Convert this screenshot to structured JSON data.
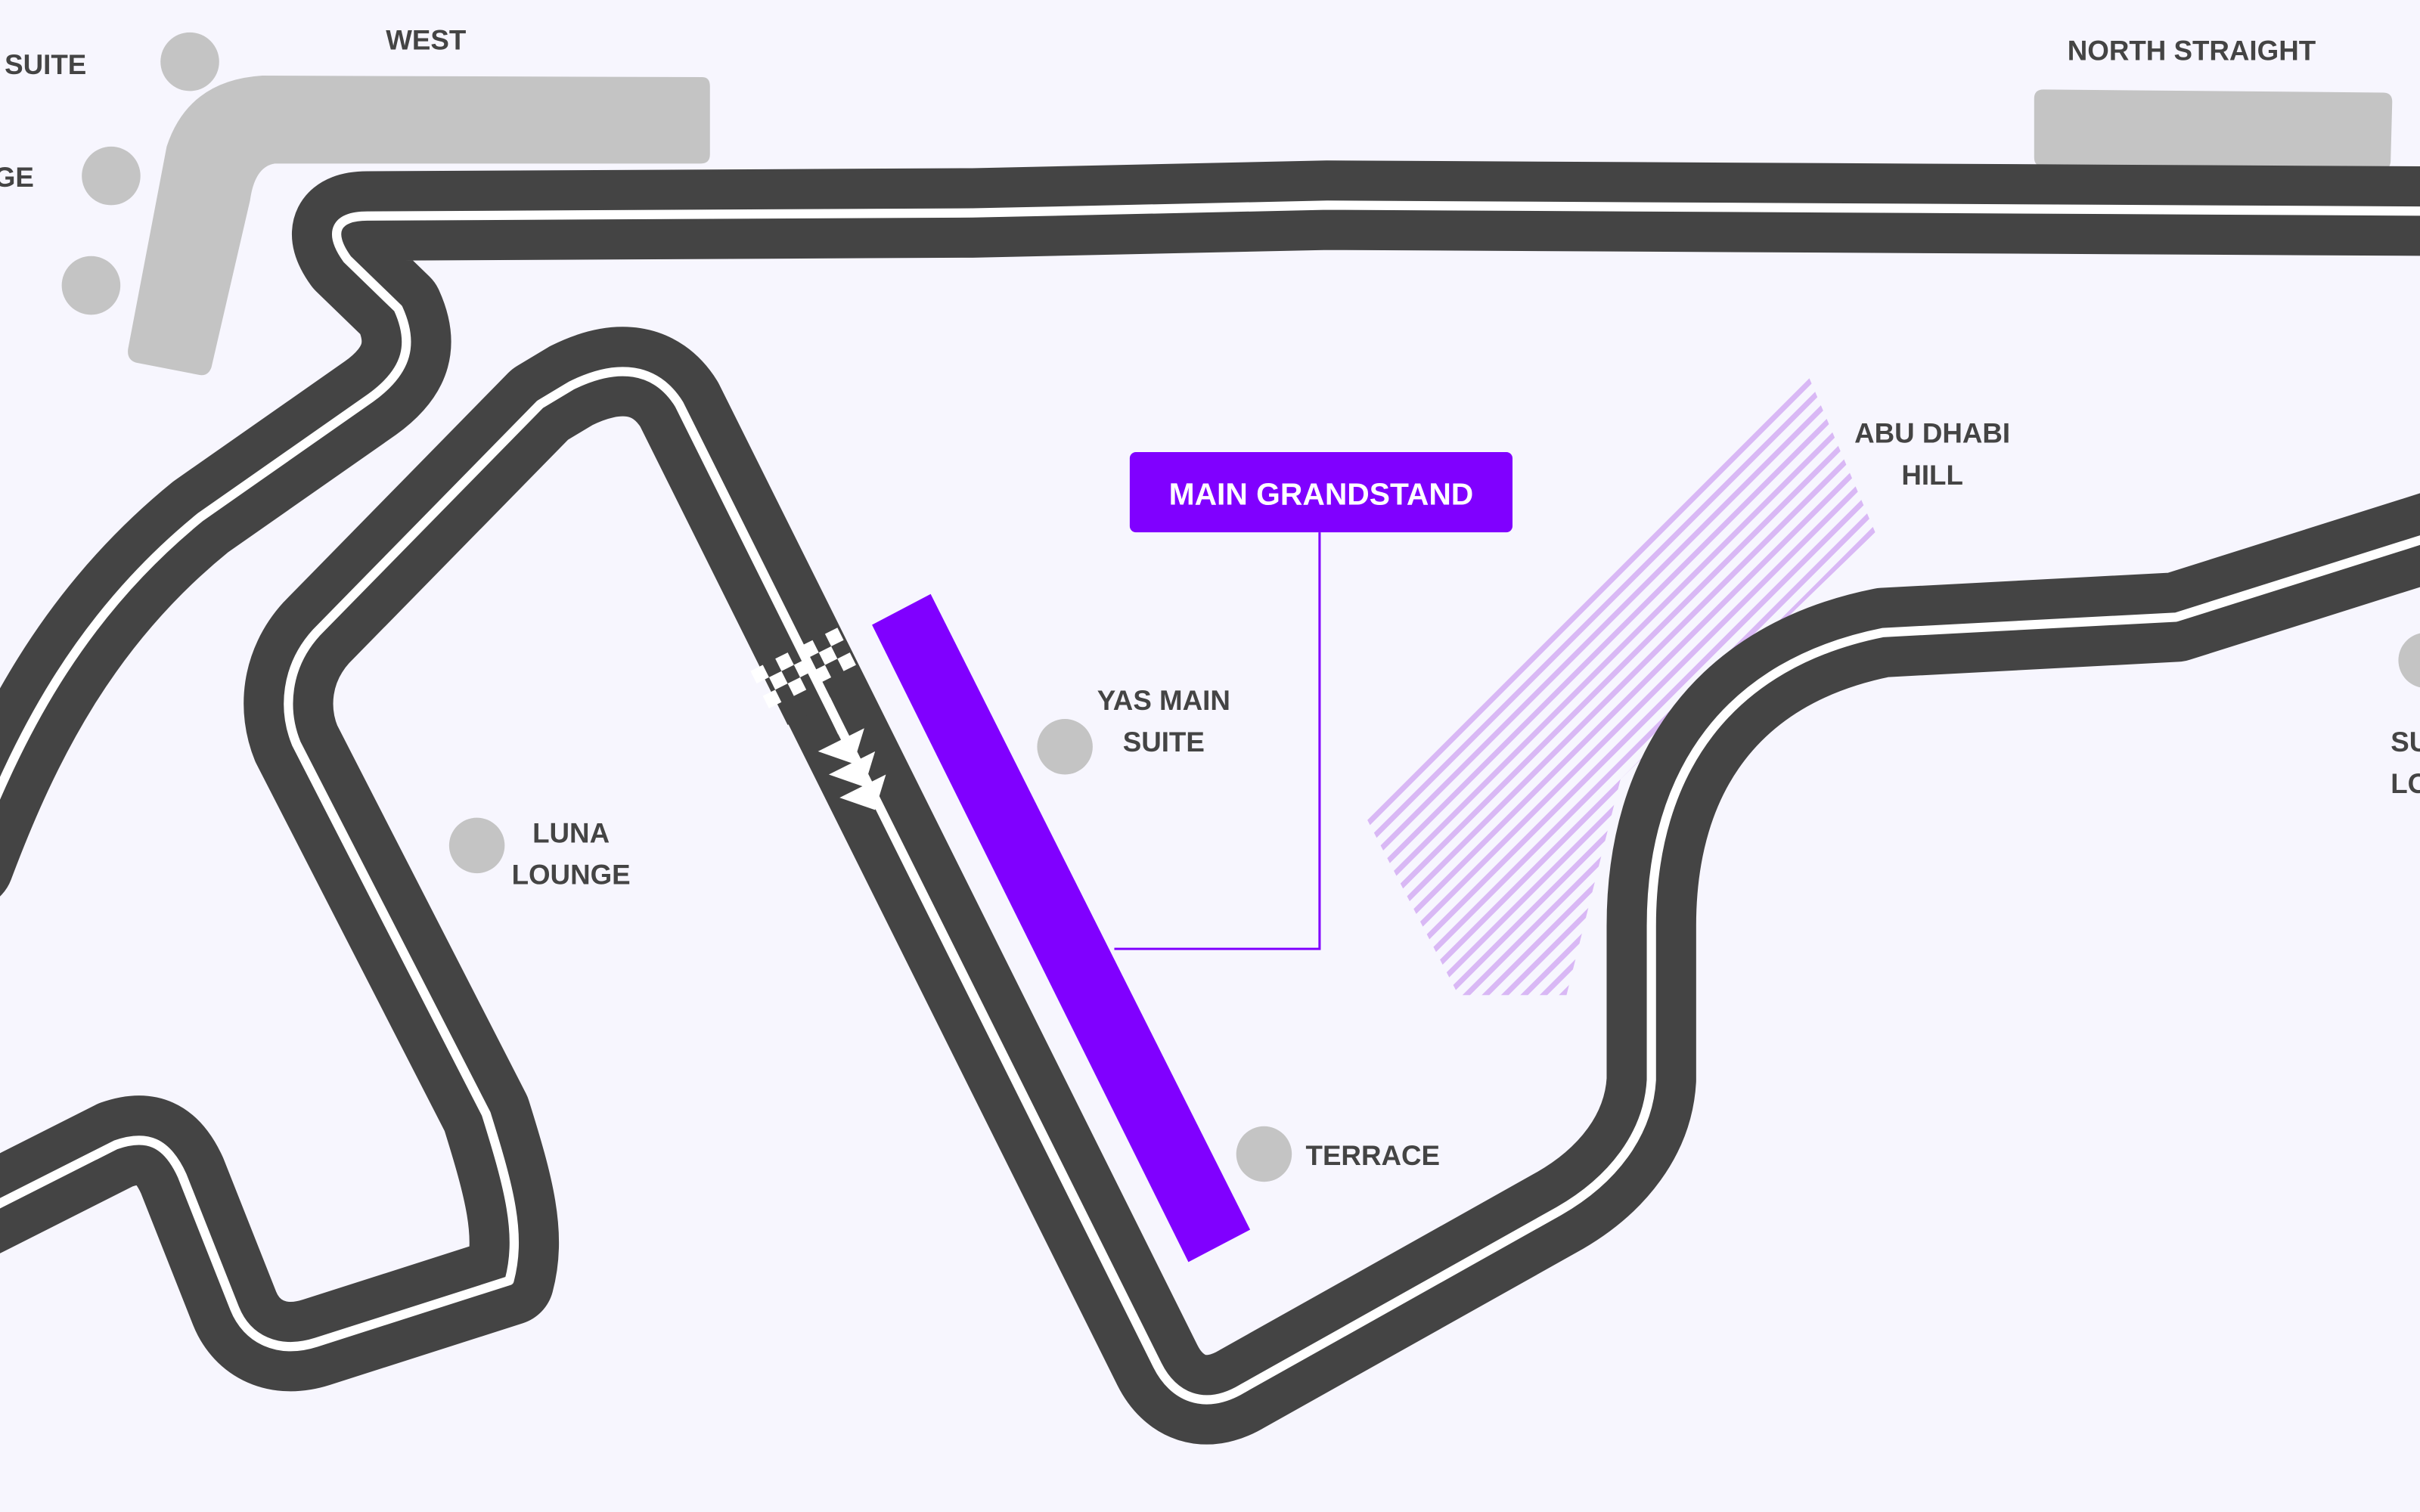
{
  "colors": {
    "background": "#f7f6fe",
    "track": "#444444",
    "track_line": "#ffffff",
    "highlight": "#8000ff",
    "hatch": "#d9b8f5",
    "stand": "#c4c4c4",
    "label": "#444444"
  },
  "map": {
    "selected_stand": {
      "label": "MAIN GRANDSTAND"
    },
    "stands": [
      {
        "id": "west",
        "label": "WEST"
      },
      {
        "id": "north-straight",
        "label": "NORTH STRAIGHT"
      }
    ],
    "zones": [
      {
        "id": "abu-dhabi-hill",
        "line1": "ABU DHABI",
        "line2": "HILL"
      }
    ],
    "hospitality": [
      {
        "id": "suite-left",
        "line1": "SUITE"
      },
      {
        "id": "lounge-left",
        "line1": "GE"
      },
      {
        "id": "yas-main-suite",
        "line1": "YAS MAIN",
        "line2": "SUITE"
      },
      {
        "id": "luna-lounge",
        "line1": "LUNA",
        "line2": "LOUNGE"
      },
      {
        "id": "terrace",
        "line1": "TERRACE"
      },
      {
        "id": "suite-lounge-right",
        "line1": "SU",
        "line2": "LO"
      }
    ]
  }
}
